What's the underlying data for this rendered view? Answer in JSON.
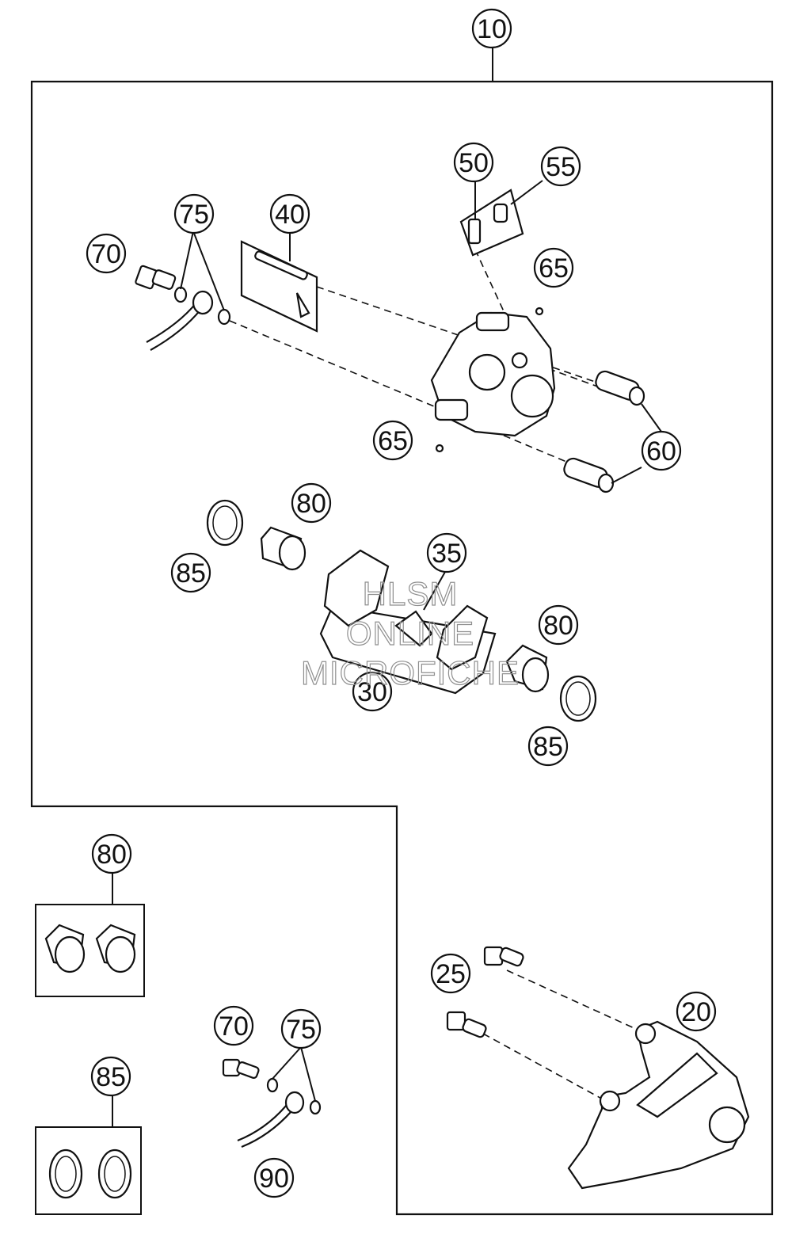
{
  "assembly_callout": "10",
  "callouts": {
    "c20": "20",
    "c25": "25",
    "c30": "30",
    "c35": "35",
    "c40": "40",
    "c50": "50",
    "c55": "55",
    "c60": "60",
    "c65_top": "65",
    "c65_bottom": "65",
    "c70_top": "70",
    "c70_bottom": "70",
    "c75_top": "75",
    "c75_bottom": "75",
    "c80_mid_left": "80",
    "c80_mid_right": "80",
    "c80_kit": "80",
    "c85_mid_left": "85",
    "c85_mid_right": "85",
    "c85_kit": "85",
    "c90": "90"
  },
  "watermark": {
    "line1": "HLSM",
    "line2": "ONLINE",
    "line3": "MICROFICHE"
  },
  "colors": {
    "line": "#111111",
    "watermark": "#8f8f8f",
    "background": "#ffffff"
  }
}
